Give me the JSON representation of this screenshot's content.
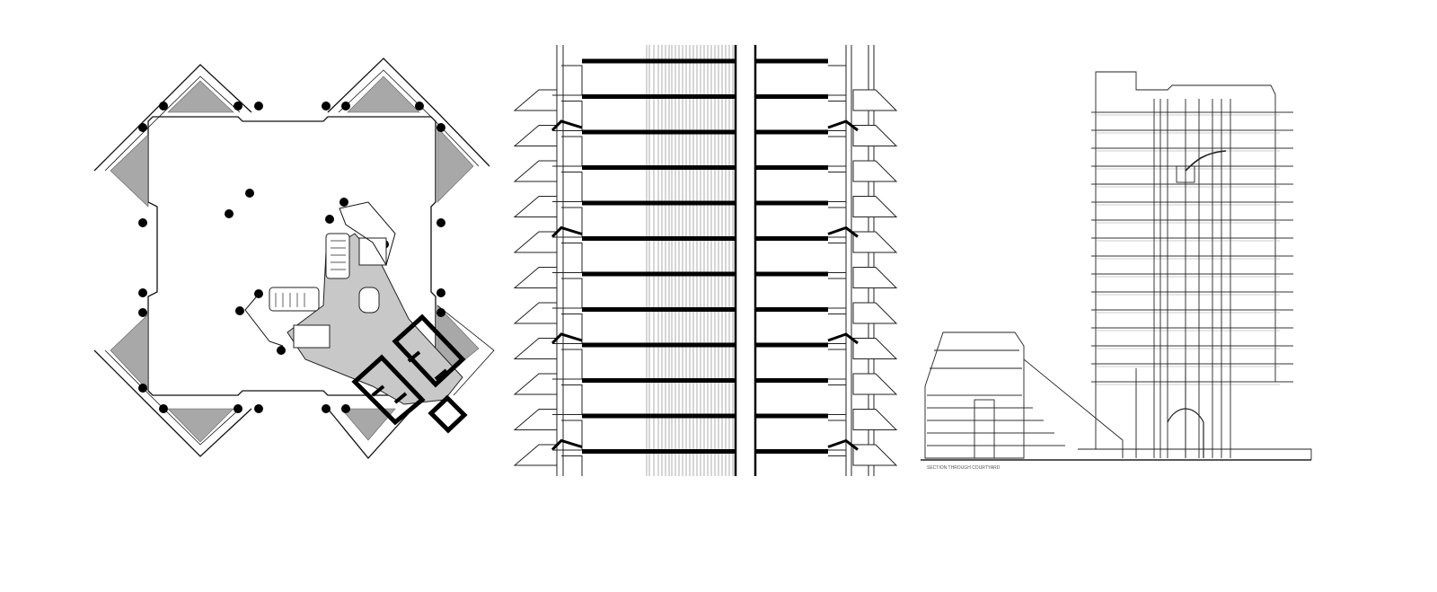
{
  "figure": {
    "panels": [
      {
        "id": "floor-plan",
        "kind": "plan drawing"
      },
      {
        "id": "facade-section",
        "kind": "elevation drawing"
      },
      {
        "id": "building-section",
        "kind": "section drawing"
      }
    ]
  },
  "section": {
    "caption": "SECTION THROUGH COURTYARD"
  },
  "colors": {
    "ink": "#111111",
    "hatch": "#8a8a8a",
    "paper": "#ffffff"
  }
}
